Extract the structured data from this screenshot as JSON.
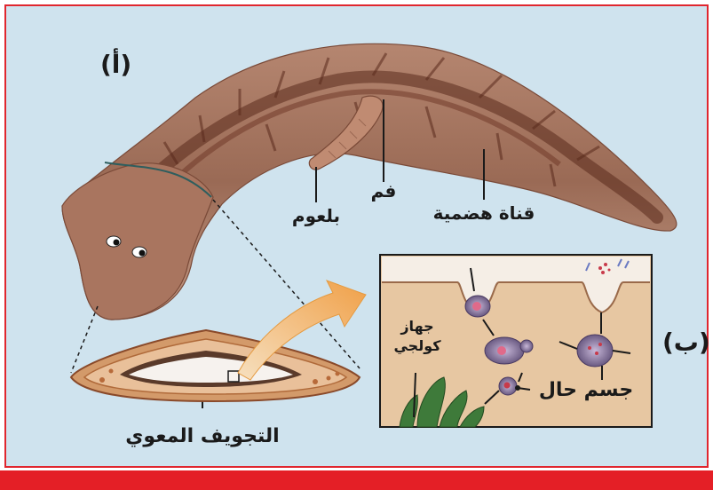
{
  "colors": {
    "background": "#cfe3ee",
    "frame": "#e0262e",
    "bottom_bar": "#e41f26",
    "body": "#9c6a52",
    "body_dark": "#5a2a1c",
    "inset_bg": "#e7c7a2"
  },
  "labels": {
    "part_a": "(أ)",
    "part_b": "(ب)",
    "pharynx": "بلعوم",
    "mouth": "فم",
    "digestive_canal": "قناة هضمية",
    "gastrovascular_cavity": "التجويف المعوي",
    "golgi_line1": "جهاز",
    "golgi_line2": "كولجي",
    "lysosome": "جسم حال"
  }
}
